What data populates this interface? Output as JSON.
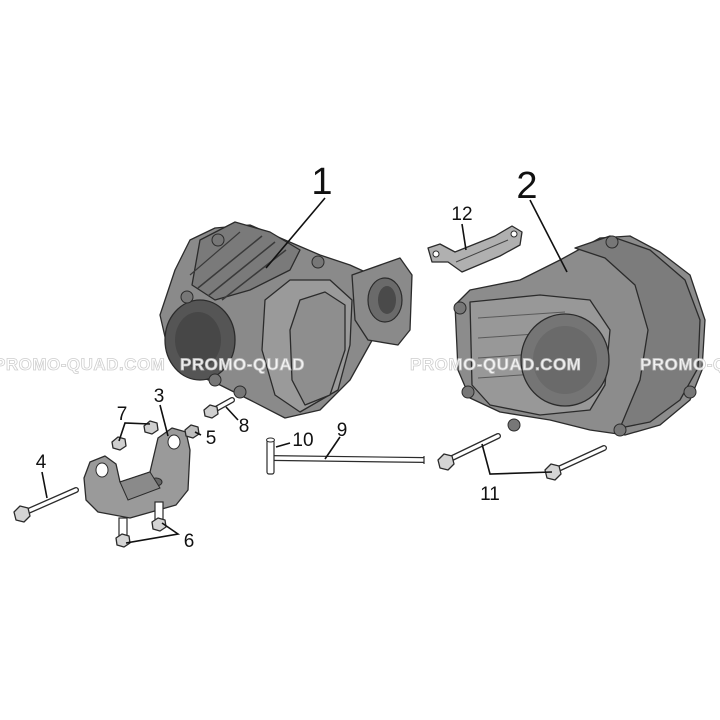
{
  "watermark": {
    "left": "PROMO-QUAD.COM",
    "middle": "PROMO-QUAD",
    "right": "PROMO-QUAD.COM",
    "edge": "PROMO-Q"
  },
  "callouts": {
    "c1": "1",
    "c2": "2",
    "c3": "3",
    "c4": "4",
    "c5": "5",
    "c6": "6",
    "c7": "7",
    "c8": "8",
    "c9": "9",
    "c10": "10",
    "c11": "11",
    "c12": "12"
  },
  "colors": {
    "metal_dark": "#6f6f6f",
    "metal_mid": "#8c8c8c",
    "metal_light": "#a6a6a6",
    "bore": "#595959",
    "bracket": "#9a9a9a"
  }
}
